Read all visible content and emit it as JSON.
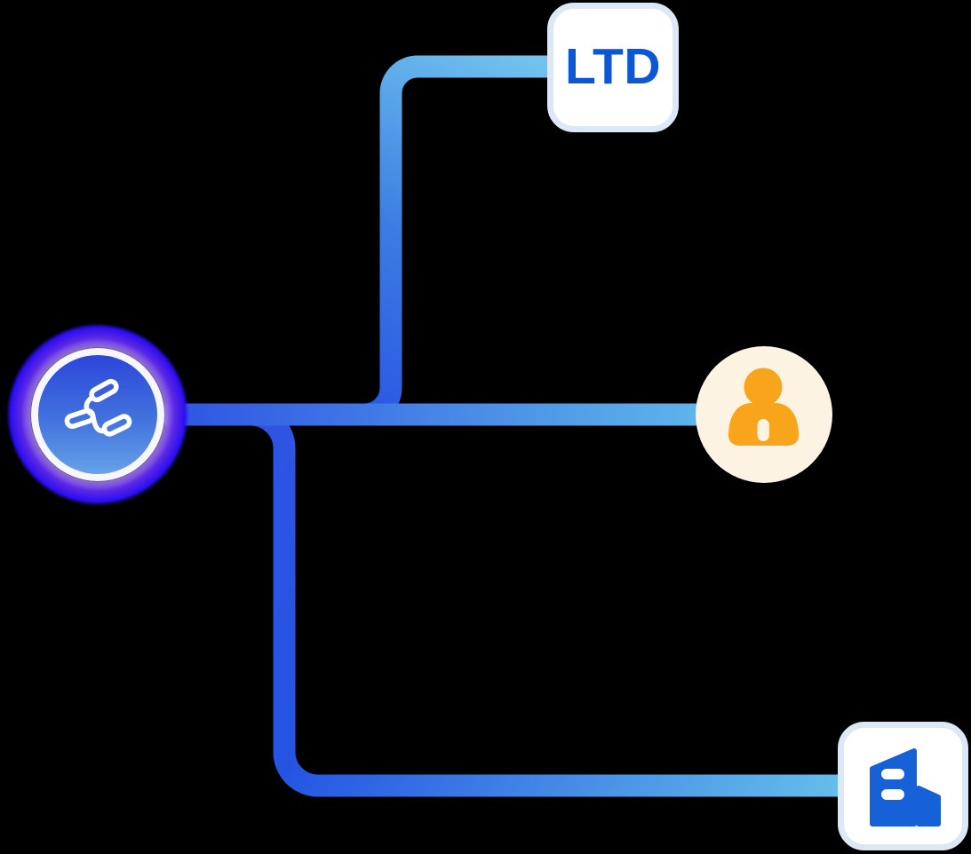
{
  "diagram": {
    "root": {
      "icon": "share-network-icon"
    },
    "nodes": [
      {
        "id": "ltd",
        "label": "LTD",
        "kind": "labeled-card"
      },
      {
        "id": "person",
        "icon": "person-icon",
        "kind": "circle"
      },
      {
        "id": "building",
        "icon": "building-icon",
        "kind": "card"
      }
    ],
    "colors": {
      "background": "#000000",
      "line_dark": "#2e55e3",
      "line_light": "#5fb6ea",
      "root_glow_purple": "#6535e4",
      "root_glow_blue": "#2b0ff2",
      "root_core_top": "#2b46d9",
      "root_core_bottom": "#66a2e8",
      "card_border": "#dde8f7",
      "card_bg": "#ffffff",
      "ltd_text": "#0b57d4",
      "person_bg": "#fdf3e3",
      "person_icon": "#f9a51c",
      "building_icon": "#1660d8"
    }
  }
}
